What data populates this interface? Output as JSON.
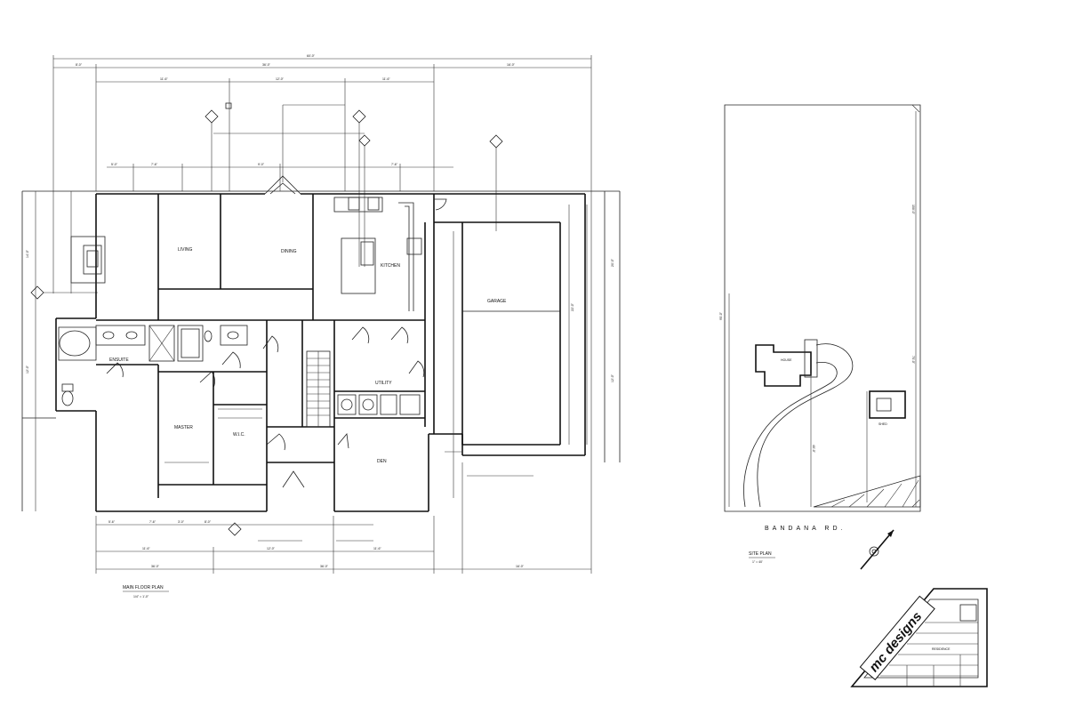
{
  "floor_plan": {
    "rooms": {
      "living": "LIVING",
      "dining": "DINING",
      "kitchen": "KITCHEN",
      "garage": "GARAGE",
      "ensuite": "ENSUITE",
      "master": "MASTER",
      "utility": "UTILITY",
      "den": "DEN",
      "wic": "W.I.C."
    },
    "title": "MAIN FLOOR PLAN",
    "scale": "1/4\" = 1'-0\""
  },
  "site_plan": {
    "road": "BANDANA RD.",
    "title": "SITE PLAN",
    "scale": "1\" = 40'"
  },
  "title_block": {
    "logo": "mc designs",
    "project": "RESIDENCE"
  }
}
